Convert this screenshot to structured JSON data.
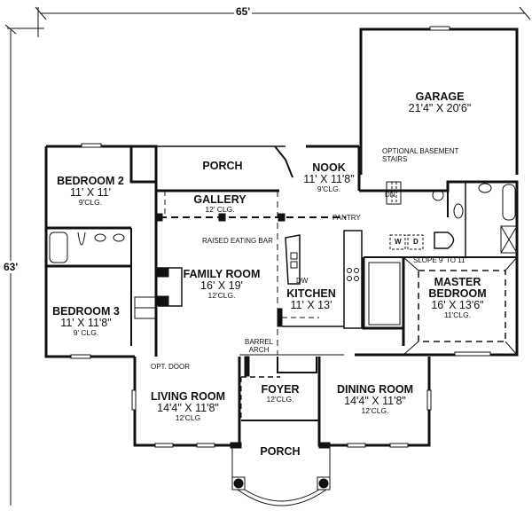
{
  "plan": {
    "overall_width": "65'",
    "overall_depth": "63'",
    "colors": {
      "wall": "#111111",
      "background": "#ffffff"
    }
  },
  "rooms": {
    "garage": {
      "name": "GARAGE",
      "size": "21'4\" X 20'6\""
    },
    "porch_rear": {
      "name": "PORCH"
    },
    "bedroom2": {
      "name": "BEDROOM 2",
      "size": "11' X 11'",
      "ceiling": "9'CLG."
    },
    "gallery": {
      "name": "GALLERY",
      "ceiling": "12' CLG."
    },
    "nook": {
      "name": "NOOK",
      "size": "11' X 11'8\"",
      "ceiling": "9'CLG."
    },
    "family": {
      "name": "FAMILY ROOM",
      "size": "16' X 19'",
      "ceiling": "12'CLG."
    },
    "kitchen": {
      "name": "KITCHEN",
      "size": "11' X 13'"
    },
    "bedroom3": {
      "name": "BEDROOM 3",
      "size": "11' X 11'8\"",
      "ceiling": "9' CLG."
    },
    "master": {
      "name1": "MASTER",
      "name2": "BEDROOM",
      "size": "16' X 13'6\"",
      "ceiling": "11'CLG."
    },
    "living": {
      "name": "LIVING ROOM",
      "size": "14'4\" X 11'8\"",
      "ceiling": "12'CLG"
    },
    "foyer": {
      "name": "FOYER",
      "ceiling": "12'CLG."
    },
    "dining": {
      "name": "DINING ROOM",
      "size": "14'4\" X 11'8\"",
      "ceiling": "12'CLG."
    },
    "porch_front": {
      "name": "PORCH"
    }
  },
  "notes": {
    "basement_line1": "OPTIONAL BASEMENT",
    "basement_line2": "STAIRS",
    "pantry": "PANTRY",
    "eating_bar": "RAISED EATING BAR",
    "slope": "SLOPE 9' TO 11'",
    "barrel1": "BARREL",
    "barrel2": "ARCH",
    "opt_door": "OPT. DOOR",
    "dn": "DN",
    "washer": "W",
    "dryer": "D",
    "dishwasher": "DW"
  }
}
